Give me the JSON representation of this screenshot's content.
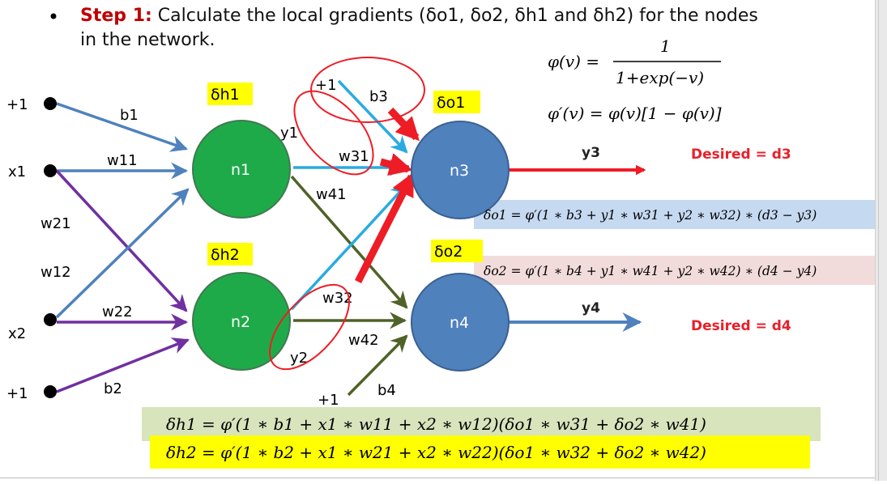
{
  "heading": {
    "step": "Step 1:",
    "text_line1": " Calculate the local gradients (δo1, δo2, δh1 and δh2) for the nodes",
    "text_line2": "in the network."
  },
  "inputs": {
    "bias_top": "+1",
    "x1": "x1",
    "x2": "x2",
    "bias_bottom": "+1"
  },
  "weights": {
    "b1": "b1",
    "w11": "w11",
    "w21": "w21",
    "w12": "w12",
    "w22": "w22",
    "b2": "b2",
    "b3": "b3",
    "w31": "w31",
    "w41": "w41",
    "w32": "w32",
    "w42": "w42",
    "b4": "b4"
  },
  "hidden": {
    "n1": "n1",
    "n2": "n2",
    "dh1": "δh1",
    "dh2": "δh2",
    "y1": "y1",
    "y2": "y2",
    "bias_top": "+1",
    "bias_bottom": "+1"
  },
  "outputs": {
    "n3": "n3",
    "n4": "n4",
    "do1": "δo1",
    "do2": "δo2",
    "y3": "y3",
    "y4": "y4",
    "desired_d3": "Desired = d3",
    "desired_d4": "Desired = d4"
  },
  "formulas": {
    "phi_lhs": "φ(v) =",
    "phi_num": "1",
    "phi_den": "1+exp(−v)",
    "phi_prime": "φ′(v) = φ(v)[1 − φ(v)]",
    "do1_eq": "δo1 = φ′(1 ∗ b3 + y1 ∗ w31 + y2 ∗ w32) ∗ (d3 − y3)",
    "do2_eq": "δo2 = φ′(1 ∗ b4 + y1 ∗ w41 + y2 ∗ w42) ∗ (d4 − y4)",
    "dh1_eq": "δh1 = φ′(1 ∗ b1 + x1 ∗ w11 + x2 ∗ w12)(δo1 ∗ w31 + δo2 ∗ w41)",
    "dh2_eq": "δh2 = φ′(1 ∗ b2 + x1 ∗ w21 + x2 ∗ w22)(δo1 ∗ w32 + δo2 ∗ w42)"
  },
  "colors": {
    "green_node": "#1faa4a",
    "blue_node": "#4f81bd",
    "hl_yellow": "#ffff00",
    "eq_blue_bg": "#c5d9f1",
    "eq_pink_bg": "#f2dcdb",
    "eq_green_bg": "#d7e4bc",
    "red": "#ee1c25",
    "purple": "#7030a0",
    "steel": "#4f81bd",
    "cyan": "#29abe2",
    "olive": "#4f6228"
  }
}
